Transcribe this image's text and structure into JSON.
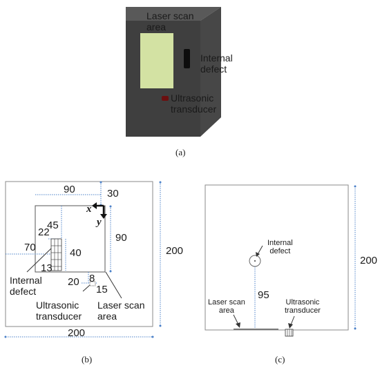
{
  "panel_a": {
    "caption": "(a)",
    "laser_scan_area": [
      "Laser scan",
      "area"
    ],
    "internal_defect": [
      "Internal",
      "defect"
    ],
    "ultrasonic_transducer": [
      "Ultrasonic",
      "transducer"
    ],
    "colors": {
      "cube_front": "#3f3f3f",
      "cube_top": "#595959",
      "cube_side": "#4a4a4a",
      "scan_area": "#d3e2a3",
      "defect": "#0d0d0d",
      "transducer": "#6b0f0f"
    }
  },
  "panel_b": {
    "caption": "(b)",
    "dims": {
      "d90_top": "90",
      "d30": "30",
      "d45": "45",
      "d22": "22",
      "d70": "70",
      "d40": "40",
      "d90_right": "90",
      "d13": "13",
      "d8": "8",
      "d20": "20",
      "d15": "15",
      "d200_right": "200",
      "d200_bottom": "200"
    },
    "axis_x": "x",
    "axis_y": "y",
    "internal_defect": [
      "Internal",
      "defect"
    ],
    "ultrasonic_transducer": [
      "Ultrasonic",
      "transducer"
    ],
    "laser_scan_area": [
      "Laser scan",
      "area"
    ]
  },
  "panel_c": {
    "caption": "(c)",
    "internal_defect": [
      "Internal",
      "defect"
    ],
    "d95": "95",
    "d200": "200",
    "laser_scan_area": [
      "Laser scan",
      "area"
    ],
    "ultrasonic_transducer": [
      "Ultrasonic",
      "transducer"
    ]
  }
}
